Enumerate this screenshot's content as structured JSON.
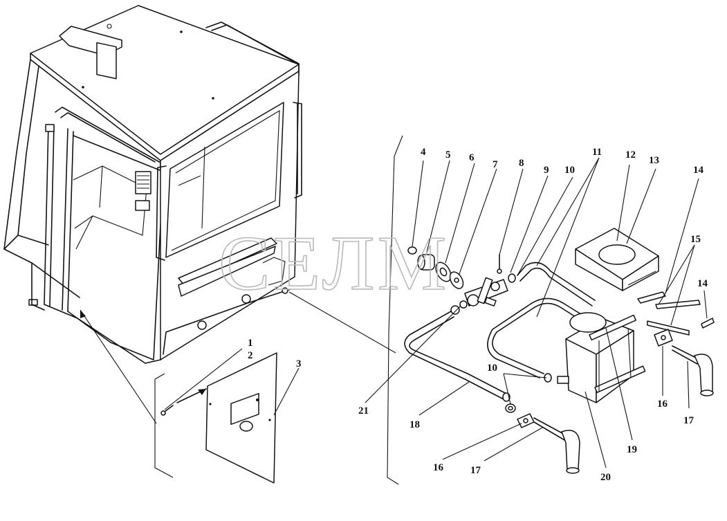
{
  "watermark": "СЕЛМ",
  "callouts": [
    {
      "id": "c1",
      "text": "1"
    },
    {
      "id": "c2",
      "text": "2"
    },
    {
      "id": "c3",
      "text": "3"
    },
    {
      "id": "c4",
      "text": "4"
    },
    {
      "id": "c5",
      "text": "5"
    },
    {
      "id": "c6",
      "text": "6"
    },
    {
      "id": "c7",
      "text": "7"
    },
    {
      "id": "c8",
      "text": "8"
    },
    {
      "id": "c9",
      "text": "9"
    },
    {
      "id": "c10a",
      "text": "10"
    },
    {
      "id": "c10b",
      "text": "10"
    },
    {
      "id": "c11",
      "text": "11"
    },
    {
      "id": "c12",
      "text": "12"
    },
    {
      "id": "c13",
      "text": "13"
    },
    {
      "id": "c14a",
      "text": "14"
    },
    {
      "id": "c14b",
      "text": "14"
    },
    {
      "id": "c15",
      "text": "15"
    },
    {
      "id": "c16a",
      "text": "16"
    },
    {
      "id": "c16b",
      "text": "16"
    },
    {
      "id": "c17a",
      "text": "17"
    },
    {
      "id": "c17b",
      "text": "17"
    },
    {
      "id": "c18",
      "text": "18"
    },
    {
      "id": "c19",
      "text": "19"
    },
    {
      "id": "c20",
      "text": "20"
    },
    {
      "id": "c21",
      "text": "21"
    }
  ]
}
